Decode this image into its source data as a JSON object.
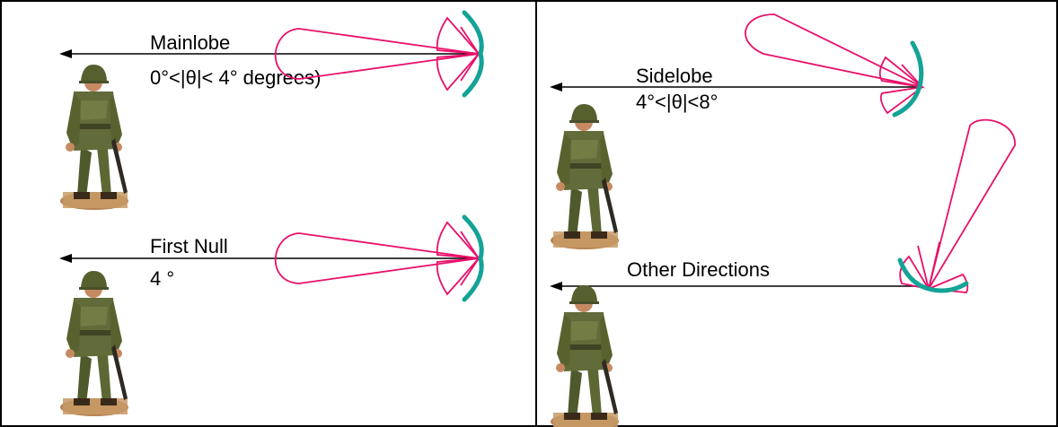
{
  "colors": {
    "lobe": "#e8106a",
    "dish": "#14a396",
    "arrow": "#000000",
    "border": "#000000"
  },
  "panels": {
    "mainlobe": {
      "title": "Mainlobe",
      "subtitle": "0°<|θ|< 4° degrees)"
    },
    "first_null": {
      "title": "First Null",
      "subtitle": "4 °"
    },
    "sidelobe": {
      "title": "Sidelobe",
      "subtitle": "4°<|θ|<8°"
    },
    "other_directions": {
      "title": "Other Directions"
    }
  },
  "icons": [
    "soldier-figure",
    "antenna-dish",
    "radiation-pattern",
    "arrow-left"
  ]
}
